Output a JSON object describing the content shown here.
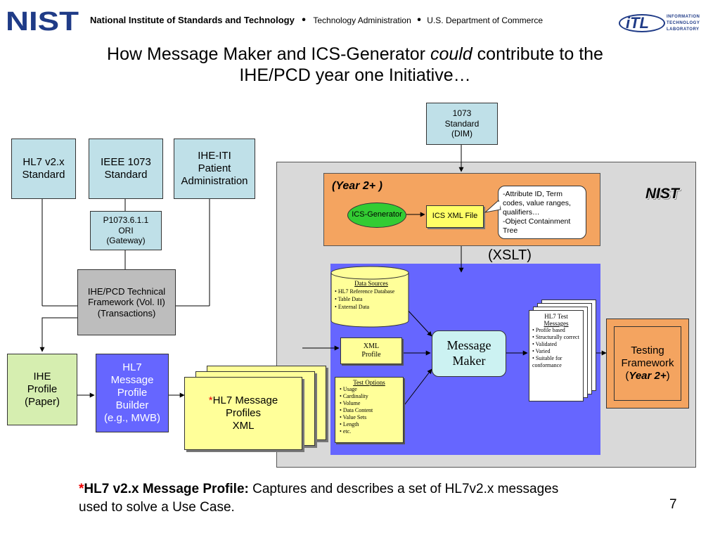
{
  "header": {
    "logo_text": "NIST",
    "org": "National Institute of Standards and Technology",
    "sep": "•",
    "admin": "Technology Administration",
    "dept": "U.S. Department of Commerce",
    "itl_logo": "iTL",
    "itl_text": [
      "INFORMATION",
      "TECHNOLOGY",
      "LABORATORY"
    ]
  },
  "title": {
    "part1": "How Message Maker and ICS-Generator ",
    "italic": "could",
    "part2": " contribute to the",
    "line2": "IHE/PCD year one Initiative…"
  },
  "diagram": {
    "box_1073": [
      "1073",
      "Standard",
      "(DIM)"
    ],
    "hl7_v2x": [
      "HL7 v2.x",
      "Standard"
    ],
    "ieee_1073": [
      "IEEE 1073",
      "Standard"
    ],
    "ihe_iti": [
      "IHE-ITI",
      "Patient",
      "Administration"
    ],
    "p1073": [
      "P1073.6.1.1",
      "ORI",
      "(Gateway)"
    ],
    "ihe_pcd": [
      "IHE/PCD Technical",
      "Framework (Vol. II)",
      "(Transactions)"
    ],
    "ihe_profile": [
      "IHE",
      "Profile",
      "(Paper)"
    ],
    "mwb": [
      "HL7",
      "Message",
      "Profile",
      "Builder",
      "(e.g., MWB)"
    ],
    "profiles": {
      "asterisk": "*",
      "lines": [
        "HL7 Message",
        "Profiles",
        "XML"
      ]
    },
    "nist_label": "NIST",
    "year2_label": "(Year 2+ )",
    "ics_generator": "ICS-Generator",
    "ics_xml_file": "ICS XML File",
    "callout": [
      "-Attribute ID, Term",
      "codes, value ranges,",
      "qualifiers…",
      "-Object Containment",
      "Tree"
    ],
    "xslt": "(XSLT)",
    "data_sources": {
      "title": "Data Sources",
      "items": [
        "HL7 Reference Database",
        "Table Data",
        "External Data"
      ]
    },
    "xml_profile": [
      "XML",
      "Profile"
    ],
    "test_options": {
      "title": "Test Options",
      "items": [
        "Usage",
        "Cardinality",
        "Volume",
        "Data Content",
        "Value Sets",
        "Length",
        "etc."
      ]
    },
    "message_maker": [
      "Message",
      "Maker"
    ],
    "test_messages": {
      "title": [
        "HL7 Test",
        "Messages"
      ],
      "items": [
        "Profile based",
        "Structurally correct",
        "Validated",
        "Varied",
        "Suitable for conformance"
      ]
    },
    "testing_framework": [
      "Testing",
      "Framework"
    ],
    "testing_year": "Year 2+",
    "testing_paren_open": "(",
    "testing_paren_close": ")"
  },
  "footnote": {
    "asterisk": "*",
    "bold": "HL7 v2.x Message Profile:",
    "text": " Captures and describes a set of HL7v2.x messages",
    "line2": "used to solve a Use Case."
  },
  "page_number": "7"
}
